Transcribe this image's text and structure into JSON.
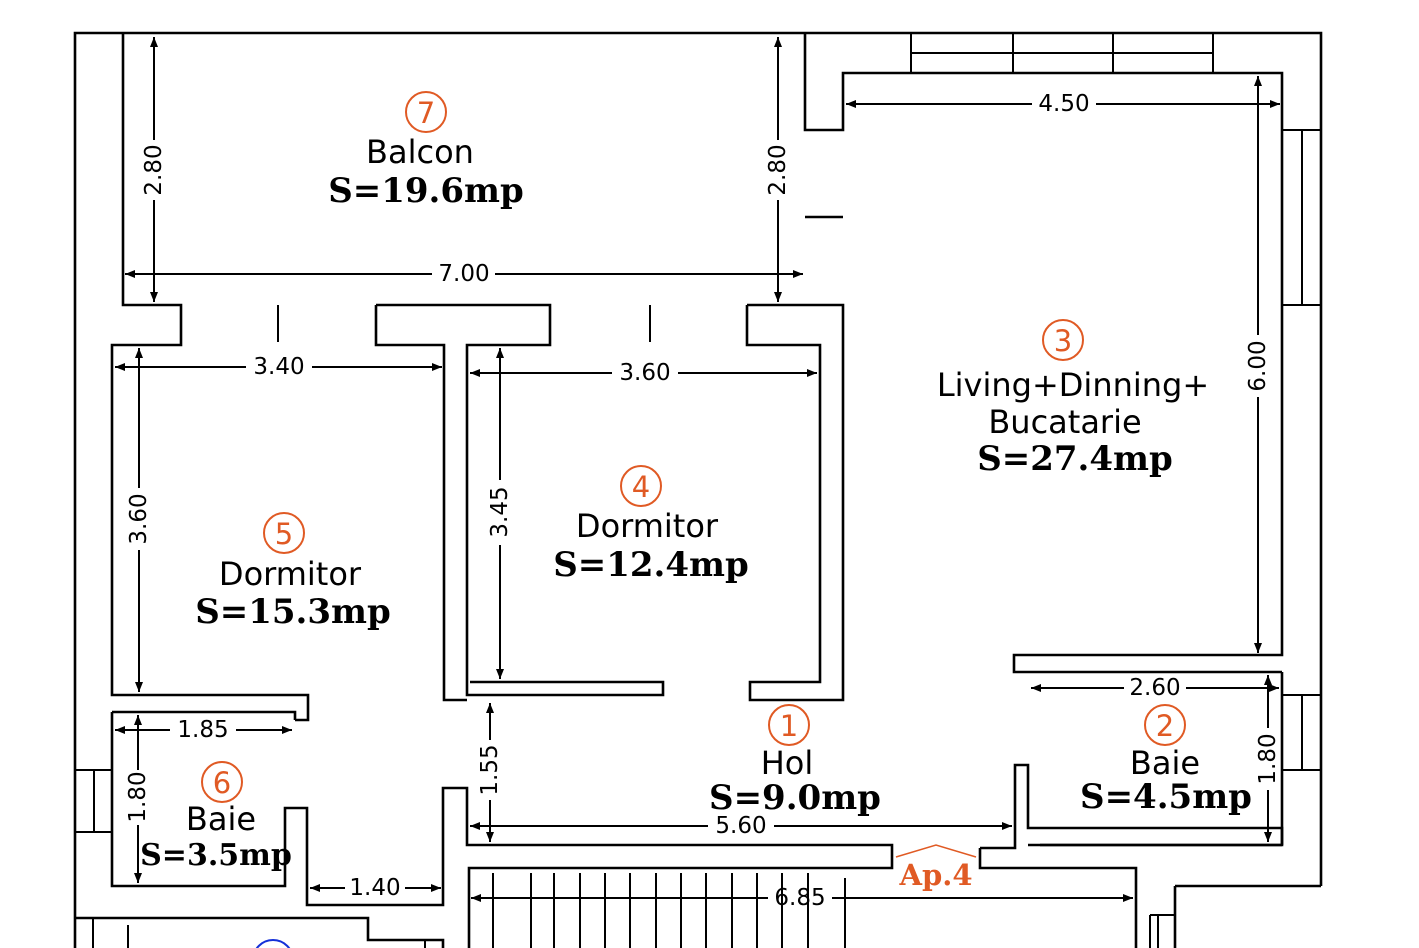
{
  "rooms": [
    {
      "number": "7",
      "name": "Balcon",
      "area": "S=19.6mp"
    },
    {
      "number": "3",
      "name_line1": "Living+Dinning+",
      "name_line2": "Bucatarie",
      "area": "S=27.4mp"
    },
    {
      "number": "4",
      "name": "Dormitor",
      "area": "S=12.4mp"
    },
    {
      "number": "5",
      "name": "Dormitor",
      "area": "S=15.3mp"
    },
    {
      "number": "1",
      "name": "Hol",
      "area": "S=9.0mp"
    },
    {
      "number": "2",
      "name": "Baie",
      "area": "S=4.5mp"
    },
    {
      "number": "6",
      "name": "Baie",
      "area": "S=3.5mp"
    }
  ],
  "dimensions": {
    "balcon_left_height": "2.80",
    "balcon_right_height": "2.80",
    "balcon_width": "7.00",
    "living_width": "4.50",
    "living_height": "6.00",
    "room5_width": "3.40",
    "room5_height": "3.60",
    "room4_width": "3.60",
    "room4_height": "3.45",
    "hol_height": "1.55",
    "hol_width": "5.60",
    "baie2_width": "2.60",
    "baie2_height": "1.80",
    "baie6_width": "1.85",
    "baie6_height": "1.80",
    "stair_side": "1.40",
    "stair_width": "6.85"
  },
  "apartment_label": "Ap.4",
  "colors": {
    "room_number": "#e05a24",
    "apartment_label": "#e05a24",
    "partial_marker": "#1530d8",
    "lines": "#000000"
  }
}
